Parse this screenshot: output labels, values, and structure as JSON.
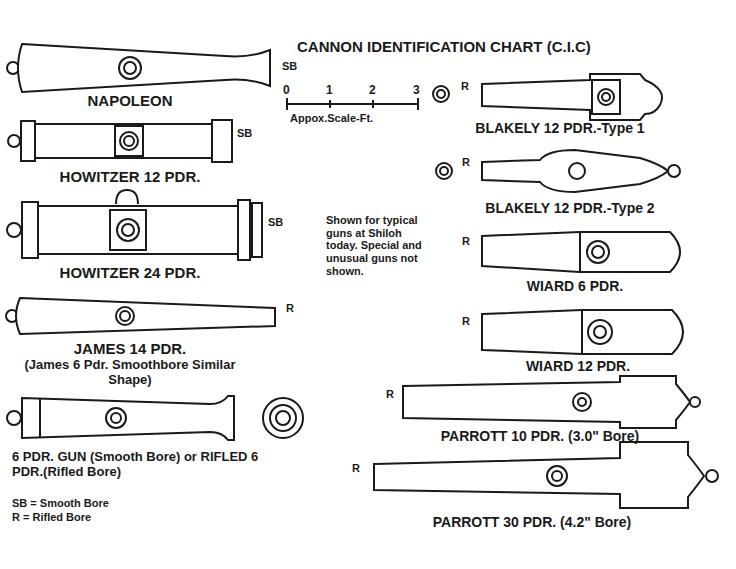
{
  "diagram": {
    "title": "CANNON IDENTIFICATION CHART (C.I.C)",
    "labels": [
      "SB",
      "NAPOLEON",
      "0",
      "1",
      "2",
      "3",
      "Appox.Scale-Ft.",
      "R",
      "BLAKELY 12 PDR.-Type 1",
      "SB",
      "HOWITZER 12 PDR.",
      "R",
      "BLAKELY 12 PDR.-Type 2",
      "SB",
      "HOWITZER 24 PDR.",
      "Shown for typical guns at Shiloh today. Special and unusual guns not shown.",
      "R",
      "WIARD 6 PDR.",
      "R",
      "JAMES 14 PDR.",
      "(James 6 Pdr. Smoothbore Similar Shape)",
      "R",
      "WIARD 12 PDR.",
      "6 PDR. GUN (Smooth Bore) or RIFLED 6 PDR.(Rifled Bore)",
      "R",
      "PARROTT 10 PDR. (3.0\" Bore)",
      "SB = Smooth Bore",
      "R = Rifled Bore",
      "R",
      "PARROTT 30 PDR. (4.2\" Bore)"
    ]
  }
}
